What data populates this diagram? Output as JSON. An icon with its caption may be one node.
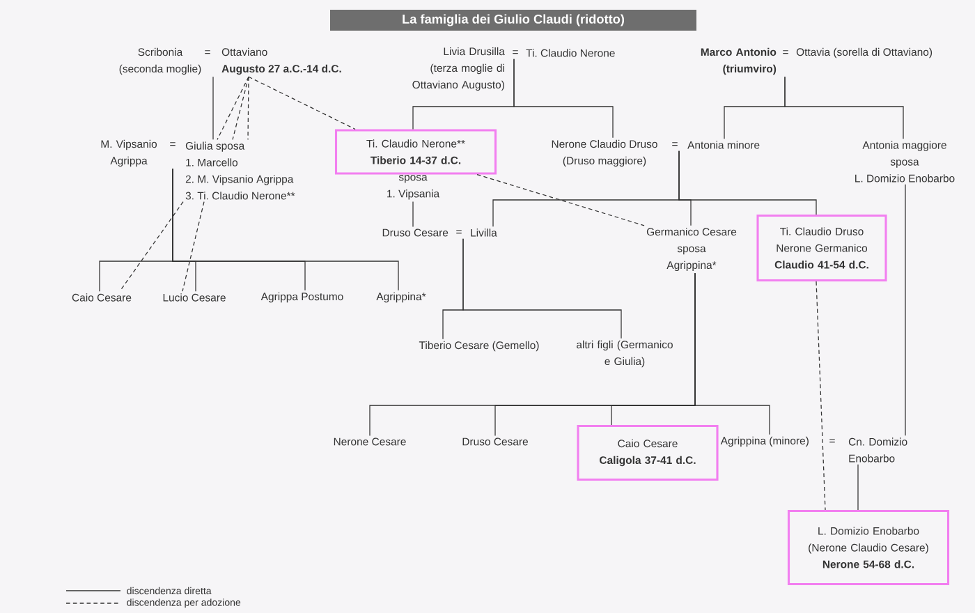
{
  "diagram": {
    "title": "La famiglia dei Giulio Claudi (ridotto)",
    "nodes": [
      {
        "text": [
          "Scribonia",
          "(seconda moglie)"
        ]
      },
      {
        "text": [
          "Ottaviano",
          "Augusto 27 a.C.-14 d.C."
        ]
      },
      {
        "text": [
          "Livia Drusilla",
          "(terza moglie di Ottaviano Augusto)"
        ]
      },
      {
        "text": [
          "Ti. Claudio Nerone"
        ]
      },
      {
        "text": [
          "Marco Antonio (triumviro)"
        ]
      },
      {
        "text": [
          "Ottavia (sorella di Ottaviano)"
        ]
      },
      {
        "text": [
          "M. Vipsanio Agrippa"
        ]
      },
      {
        "text": [
          "Giulia sposa",
          "1. Marcello",
          "2. M. Vipsanio Agrippa",
          "3. Ti. Claudio Nerone**"
        ]
      },
      {
        "text": [
          "Ti. Claudio Nerone**",
          "Tiberio 14-37 d.C."
        ],
        "beside": [
          "sposa",
          "1. Vipsania"
        ]
      },
      {
        "text": [
          "Nerone Claudio Druso",
          "(Druso maggiore)"
        ]
      },
      {
        "text": [
          "Antonia minore"
        ]
      },
      {
        "text": [
          "Antonia maggiore",
          "sposa",
          "L. Domizio Enobarbo"
        ]
      },
      {
        "text": [
          "Druso Cesare"
        ]
      },
      {
        "text": [
          "Livilla"
        ]
      },
      {
        "text": [
          "Germanico Cesare",
          "sposa",
          "Agrippina*"
        ]
      },
      {
        "text": [
          "Ti. Claudio Druso Nerone Germanico",
          "Claudio 41-54 d.C."
        ]
      },
      {
        "text": [
          "Caio Cesare"
        ]
      },
      {
        "text": [
          "Lucio Cesare"
        ]
      },
      {
        "text": [
          "Agrippa Postumo"
        ]
      },
      {
        "text": [
          "Agrippina*"
        ]
      },
      {
        "text": [
          "Tiberio Cesare (Gemello)"
        ]
      },
      {
        "text": [
          "altri figli (Germanico e Giulia)"
        ]
      },
      {
        "text": [
          "Nerone Cesare"
        ]
      },
      {
        "text": [
          "Druso Cesare"
        ]
      },
      {
        "text": [
          "Caio Cesare",
          "Caligola 37-41 d.C."
        ]
      },
      {
        "text": [
          "Agrippina (minore)"
        ]
      },
      {
        "text": [
          "Cn. Domizio Enobarbo"
        ]
      },
      {
        "text": [
          "L. Domizio Enobarbo (Nerone Claudio Cesare)",
          "Nerone 54-68 d.C."
        ]
      }
    ],
    "edges": [
      {
        "from": 1,
        "to": 7,
        "arrow": "none"
      },
      {
        "from": 1,
        "to": 7,
        "arrow": "none",
        "style": "dashed"
      },
      {
        "from": 1,
        "to": 7,
        "arrow": "none",
        "style": "dashed"
      },
      {
        "from": 1,
        "to": 7,
        "arrow": "none",
        "style": "dashed"
      },
      {
        "from": 1,
        "to": 8,
        "arrow": "none",
        "style": "dashed"
      },
      {
        "from": 7,
        "to": 16,
        "arrow": "none",
        "style": "dashed"
      },
      {
        "from": 7,
        "to": 17,
        "arrow": "none",
        "style": "dashed"
      },
      {
        "from": 3,
        "to": 8,
        "arrow": "none"
      },
      {
        "from": 3,
        "to": 9,
        "arrow": "none"
      },
      {
        "from": 4,
        "to": 10,
        "arrow": "none"
      },
      {
        "from": 4,
        "to": 11,
        "arrow": "none"
      },
      {
        "from": 6,
        "to": 16,
        "arrow": "none"
      },
      {
        "from": 6,
        "to": 17,
        "arrow": "none"
      },
      {
        "from": 6,
        "to": 18,
        "arrow": "none"
      },
      {
        "from": 6,
        "to": 19,
        "arrow": "none"
      },
      {
        "from": 8,
        "to": 12,
        "arrow": "none"
      },
      {
        "from": 10,
        "to": 13,
        "arrow": "none"
      },
      {
        "from": 10,
        "to": 14,
        "arrow": "none"
      },
      {
        "from": 10,
        "to": 15,
        "arrow": "none"
      },
      {
        "from": 8,
        "to": 14,
        "arrow": "none",
        "style": "dashed"
      },
      {
        "from": 13,
        "to": 20,
        "arrow": "none"
      },
      {
        "from": 13,
        "to": 21,
        "arrow": "none"
      },
      {
        "from": 14,
        "to": 22,
        "arrow": "none"
      },
      {
        "from": 14,
        "to": 23,
        "arrow": "none"
      },
      {
        "from": 14,
        "to": 24,
        "arrow": "none"
      },
      {
        "from": 14,
        "to": 25,
        "arrow": "none"
      },
      {
        "from": 11,
        "to": 26,
        "arrow": "none"
      },
      {
        "from": 15,
        "to": 27,
        "arrow": "none",
        "style": "dashed"
      },
      {
        "from": 26,
        "to": 27,
        "arrow": "none"
      }
    ],
    "labels": [
      "=",
      "=",
      "=",
      "=",
      "=",
      "=",
      "="
    ],
    "legend": [
      {
        "text": "discendenza diretta"
      },
      {
        "text": "discendenza per adozione"
      }
    ]
  }
}
